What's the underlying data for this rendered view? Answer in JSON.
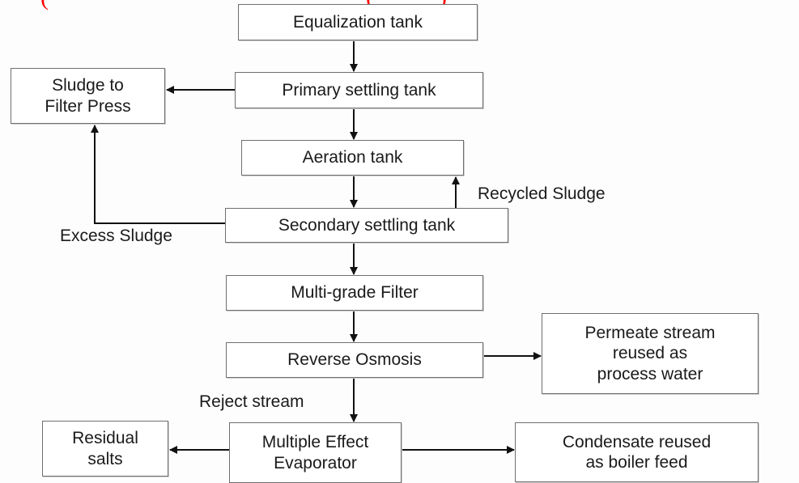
{
  "header": {
    "cut_title_fragments": [
      "(",
      "(",
      ")"
    ],
    "title_color": "#ff0000"
  },
  "nodes": {
    "equalization": "Equalization tank",
    "primary": "Primary settling tank",
    "sludge_press": [
      "Sludge to",
      "Filter Press"
    ],
    "aeration": "Aeration tank",
    "secondary": "Secondary settling tank",
    "multigrade": "Multi-grade Filter",
    "ro": "Reverse Osmosis",
    "permeate": [
      "Permeate stream",
      "reused as",
      "process water"
    ],
    "mee": [
      "Multiple Effect",
      "Evaporator"
    ],
    "residual": [
      "Residual",
      "salts"
    ],
    "condensate": [
      "Condensate reused",
      "as boiler feed"
    ]
  },
  "edge_labels": {
    "recycled": "Recycled Sludge",
    "excess": "Excess Sludge",
    "reject": "Reject stream"
  },
  "edges": [
    {
      "from": "equalization",
      "to": "primary"
    },
    {
      "from": "primary",
      "to": "sludge_press"
    },
    {
      "from": "primary",
      "to": "aeration"
    },
    {
      "from": "aeration",
      "to": "secondary"
    },
    {
      "from": "secondary",
      "to": "aeration",
      "label": "Recycled Sludge"
    },
    {
      "from": "secondary",
      "to": "sludge_press",
      "label": "Excess Sludge"
    },
    {
      "from": "secondary",
      "to": "multigrade"
    },
    {
      "from": "multigrade",
      "to": "ro"
    },
    {
      "from": "ro",
      "to": "permeate"
    },
    {
      "from": "ro",
      "to": "mee",
      "label": "Reject stream"
    },
    {
      "from": "mee",
      "to": "residual"
    },
    {
      "from": "mee",
      "to": "condensate"
    }
  ]
}
